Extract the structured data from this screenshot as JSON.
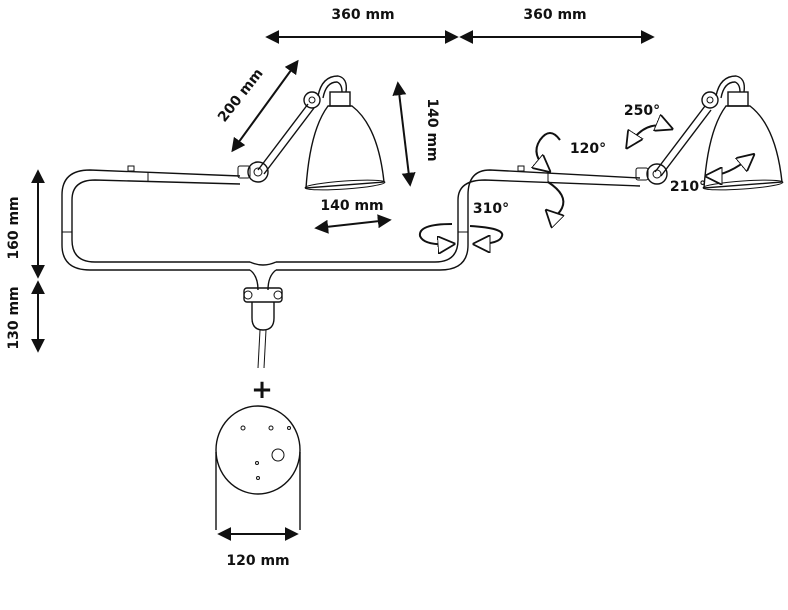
{
  "dimensions": {
    "arm_length_1": "360 mm",
    "arm_length_2": "360 mm",
    "swing_arm": "200 mm",
    "shade_height": "140 mm",
    "shade_diameter": "140 mm",
    "upper_height": "160 mm",
    "lower_height": "130 mm",
    "base_diameter": "120 mm"
  },
  "rotations": {
    "pivot": "310°",
    "arm": "120°",
    "shade_tilt": "250°",
    "shade_swivel": "210°"
  },
  "symbols": {
    "plus": "+"
  }
}
